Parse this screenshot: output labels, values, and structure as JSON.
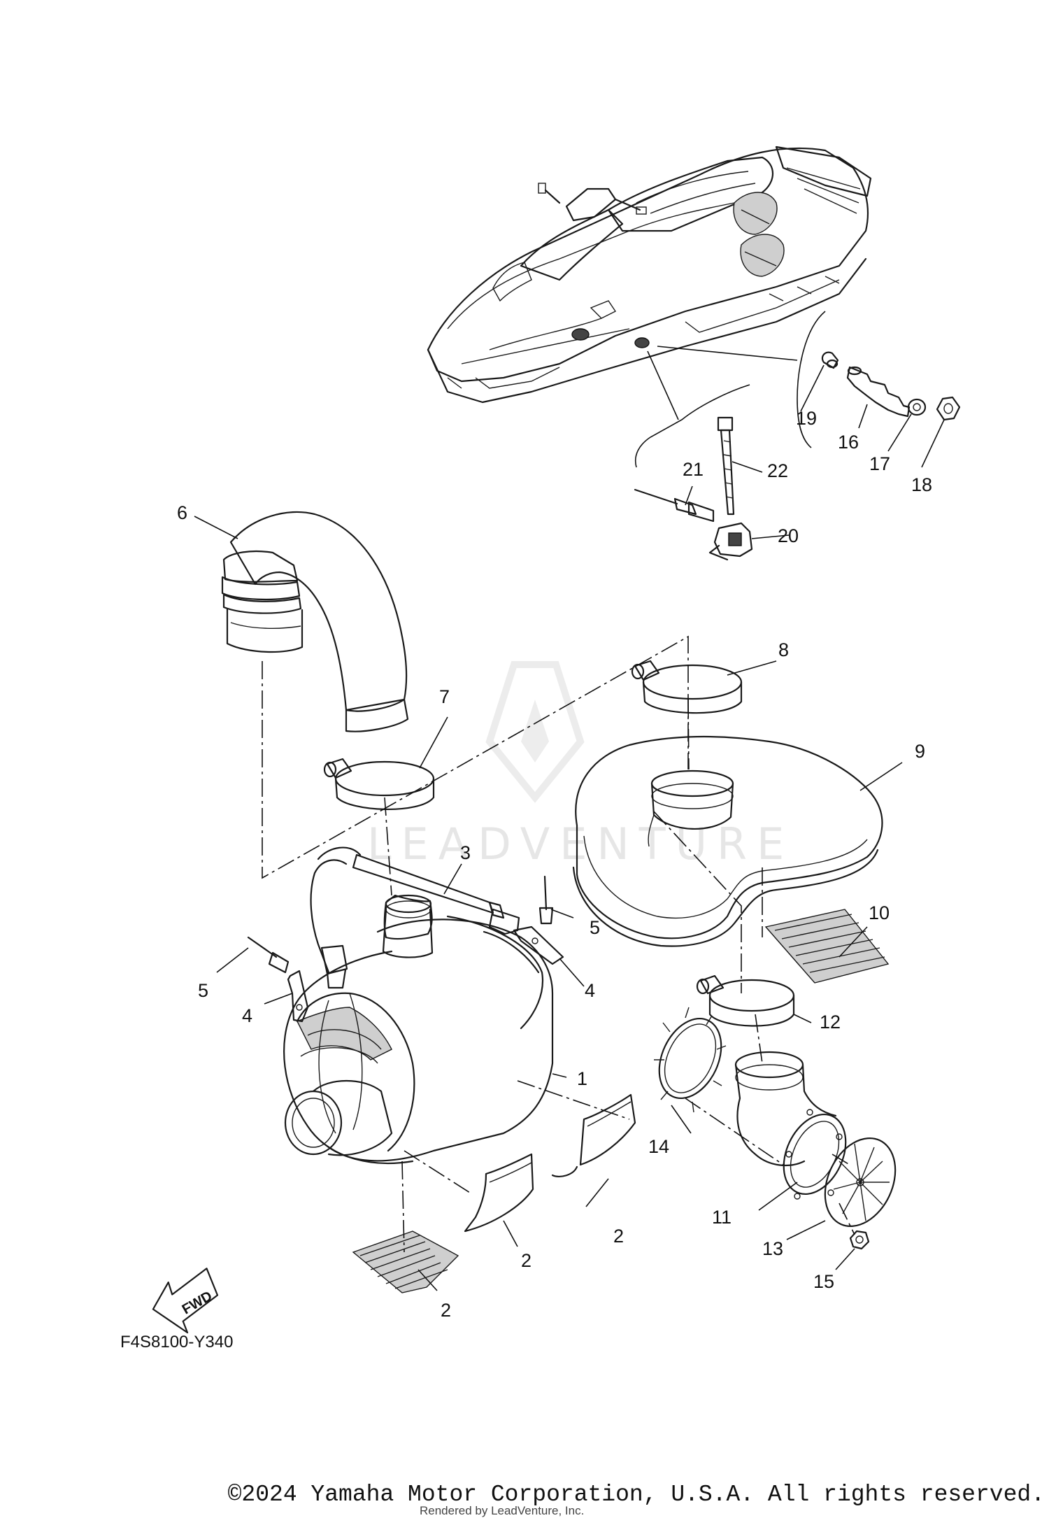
{
  "diagram": {
    "figure_code": "F4S8100-Y340",
    "fwd_label": "FWD",
    "watermark_text": "LEADVENTURE",
    "callouts": {
      "c1": "1",
      "c2a": "2",
      "c2b": "2",
      "c2c": "2",
      "c3": "3",
      "c4a": "4",
      "c4b": "4",
      "c5a": "5",
      "c5b": "5",
      "c6": "6",
      "c7": "7",
      "c8": "8",
      "c9": "9",
      "c10": "10",
      "c11": "11",
      "c12": "12",
      "c13": "13",
      "c14": "14",
      "c15": "15",
      "c16": "16",
      "c17": "17",
      "c18": "18",
      "c19": "19",
      "c20": "20",
      "c21": "21",
      "c22": "22"
    }
  },
  "footer": {
    "copyright": "©2024 Yamaha Motor Corporation, U.S.A. All rights reserved.",
    "rendered_by": "Rendered by LeadVenture, Inc."
  }
}
